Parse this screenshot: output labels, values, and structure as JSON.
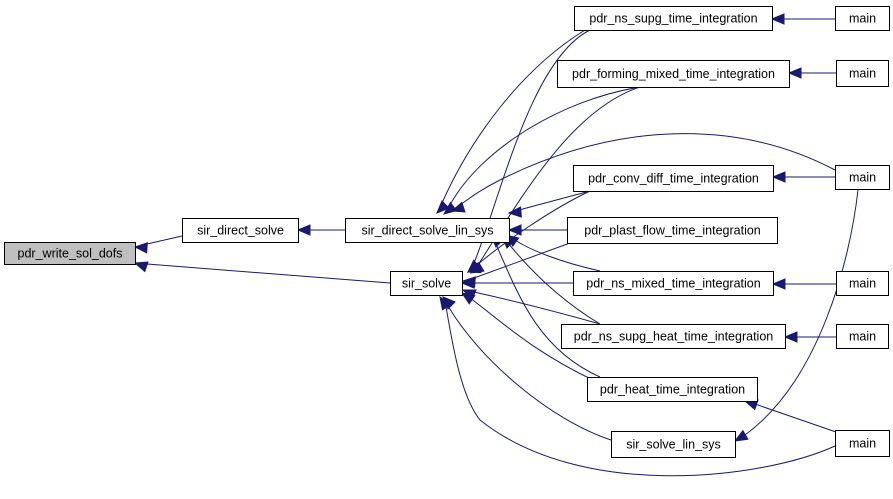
{
  "colors": {
    "edge": "#191970",
    "root_fill": "#bfbfbf",
    "node_fill": "#ffffff",
    "node_border": "#000000"
  },
  "nodes": [
    {
      "id": "n_root",
      "label": "pdr_write_sol_dofs",
      "root": true
    },
    {
      "id": "n_sds",
      "label": "sir_direct_solve"
    },
    {
      "id": "n_sdsls",
      "label": "sir_direct_solve_lin_sys"
    },
    {
      "id": "n_ss",
      "label": "sir_solve"
    },
    {
      "id": "n_nssupg",
      "label": "pdr_ns_supg_time_integration"
    },
    {
      "id": "n_forming",
      "label": "pdr_forming_mixed_time_integration"
    },
    {
      "id": "n_convdiff",
      "label": "pdr_conv_diff_time_integration"
    },
    {
      "id": "n_plast",
      "label": "pdr_plast_flow_time_integration"
    },
    {
      "id": "n_nsmixed",
      "label": "pdr_ns_mixed_time_integration"
    },
    {
      "id": "n_nssupgheat",
      "label": "pdr_ns_supg_heat_time_integration"
    },
    {
      "id": "n_heat",
      "label": "pdr_heat_time_integration"
    },
    {
      "id": "n_sslinsys",
      "label": "sir_solve_lin_sys"
    },
    {
      "id": "n_m1",
      "label": "main"
    },
    {
      "id": "n_m2",
      "label": "main"
    },
    {
      "id": "n_m3",
      "label": "main"
    },
    {
      "id": "n_m4",
      "label": "main"
    },
    {
      "id": "n_m5",
      "label": "main"
    },
    {
      "id": "n_m6",
      "label": "main"
    }
  ]
}
